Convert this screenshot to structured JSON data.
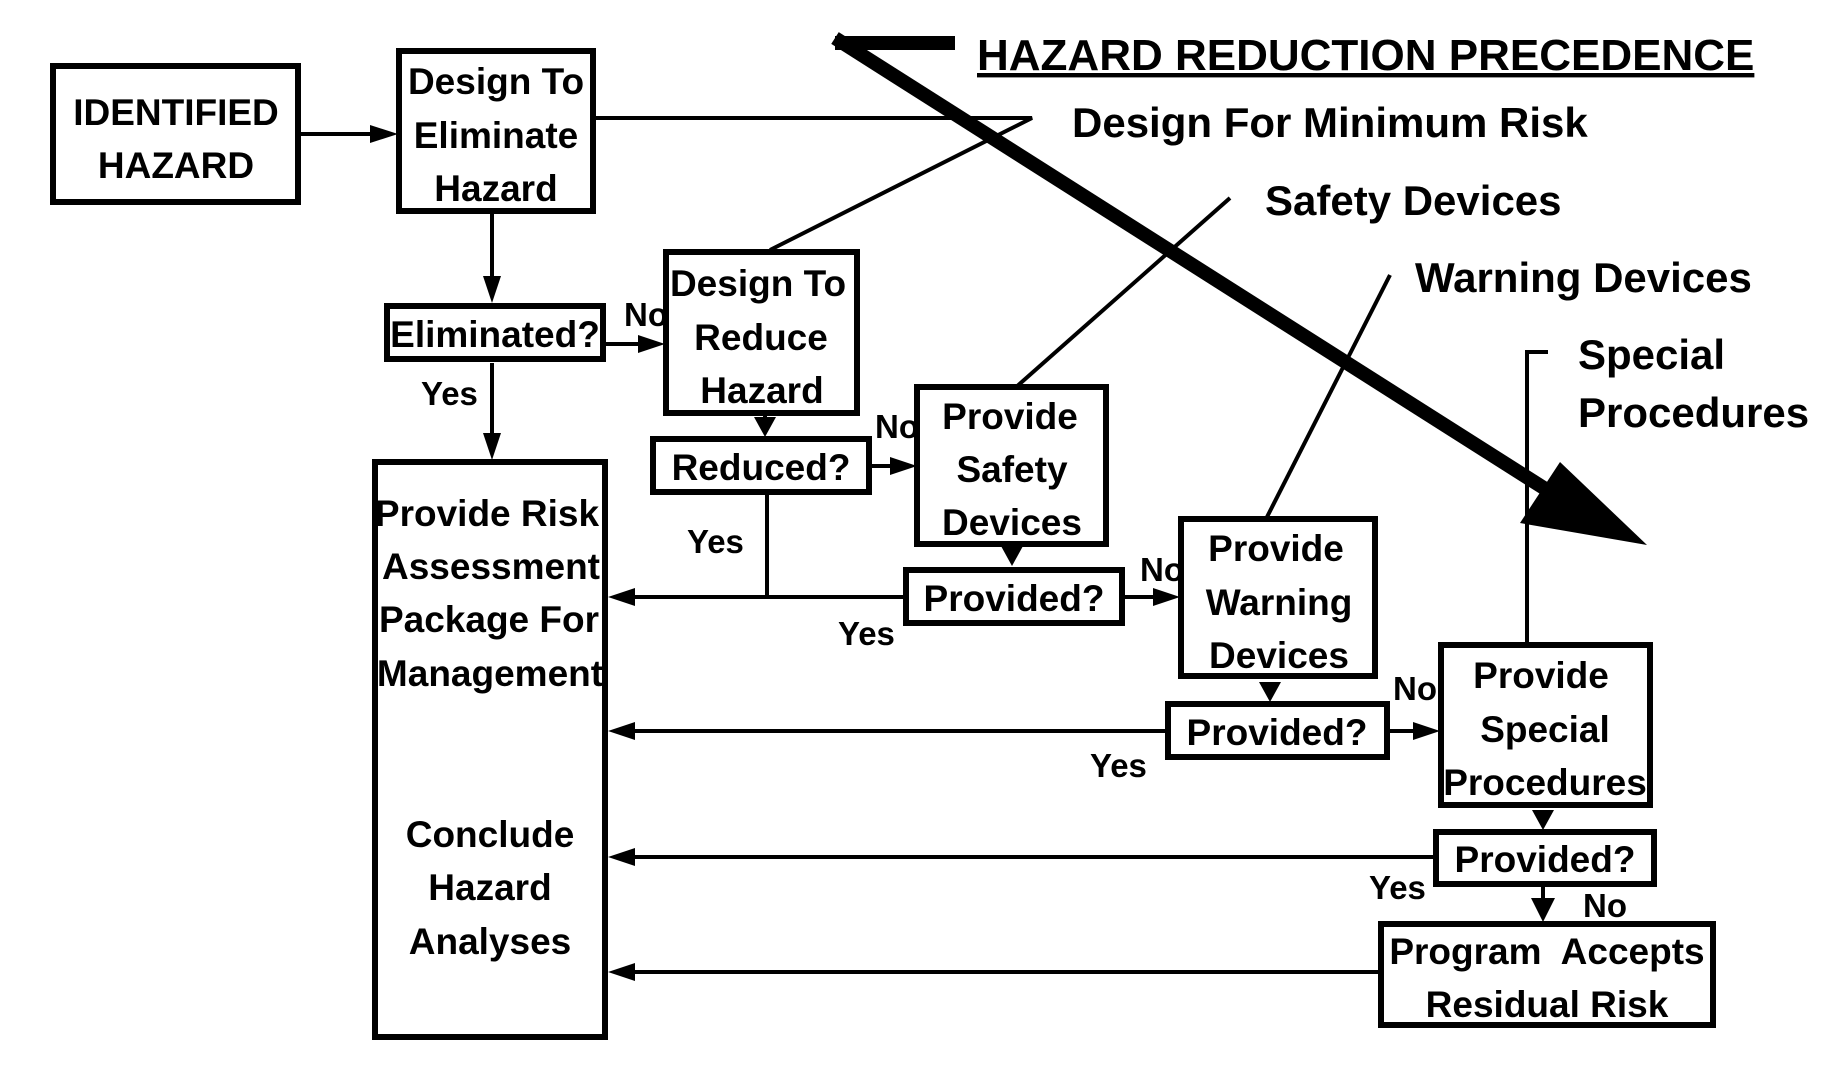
{
  "title": "HAZARD REDUCTION PRECEDENCE",
  "precedence": {
    "design_min_risk": "Design For Minimum Risk",
    "safety_devices": "Safety Devices",
    "warning_devices": "Warning Devices",
    "special_procedures": [
      "Special",
      "Procedures"
    ]
  },
  "boxes": {
    "identified": [
      "IDENTIFIED",
      "HAZARD"
    ],
    "eliminate": [
      "Design To",
      "Eliminate",
      "Hazard"
    ],
    "eliminated_q": "Eliminated?",
    "reduce": [
      "Design To",
      "Reduce",
      "Hazard"
    ],
    "reduced_q": "Reduced?",
    "safety": [
      "Provide",
      "Safety",
      "Devices"
    ],
    "safety_q": "Provided?",
    "warning": [
      "Provide",
      "Warning",
      "Devices"
    ],
    "warning_q": "Provided?",
    "special": [
      "Provide",
      "Special",
      "Procedures"
    ],
    "special_q": "Provided?",
    "accept": [
      "Program  Accepts",
      "Residual Risk"
    ],
    "package": [
      "Provide Risk",
      "Assessment",
      "Package For",
      "Management"
    ],
    "conclude": [
      "Conclude",
      "Hazard",
      "Analyses"
    ]
  },
  "labels": {
    "yes": "Yes",
    "no": "No"
  }
}
